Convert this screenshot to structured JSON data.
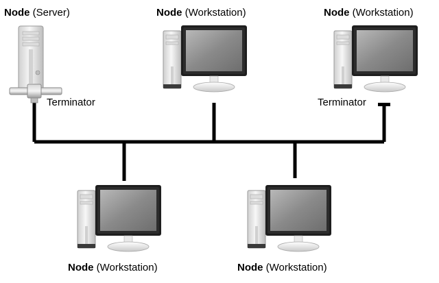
{
  "nodes": [
    {
      "name": "Node",
      "role": "(Server)"
    },
    {
      "name": "Node",
      "role": "(Workstation)"
    },
    {
      "name": "Node",
      "role": "(Workstation)"
    },
    {
      "name": "Node",
      "role": "(Workstation)"
    },
    {
      "name": "Node",
      "role": "(Workstation)"
    }
  ],
  "terminators": [
    {
      "label": "Terminator"
    },
    {
      "label": "Terminator"
    }
  ],
  "colors": {
    "bus": "#000000",
    "monitor_bezel": "#1a1a1a",
    "screen": "#8c8c8c",
    "case": "#e6e6e6"
  }
}
